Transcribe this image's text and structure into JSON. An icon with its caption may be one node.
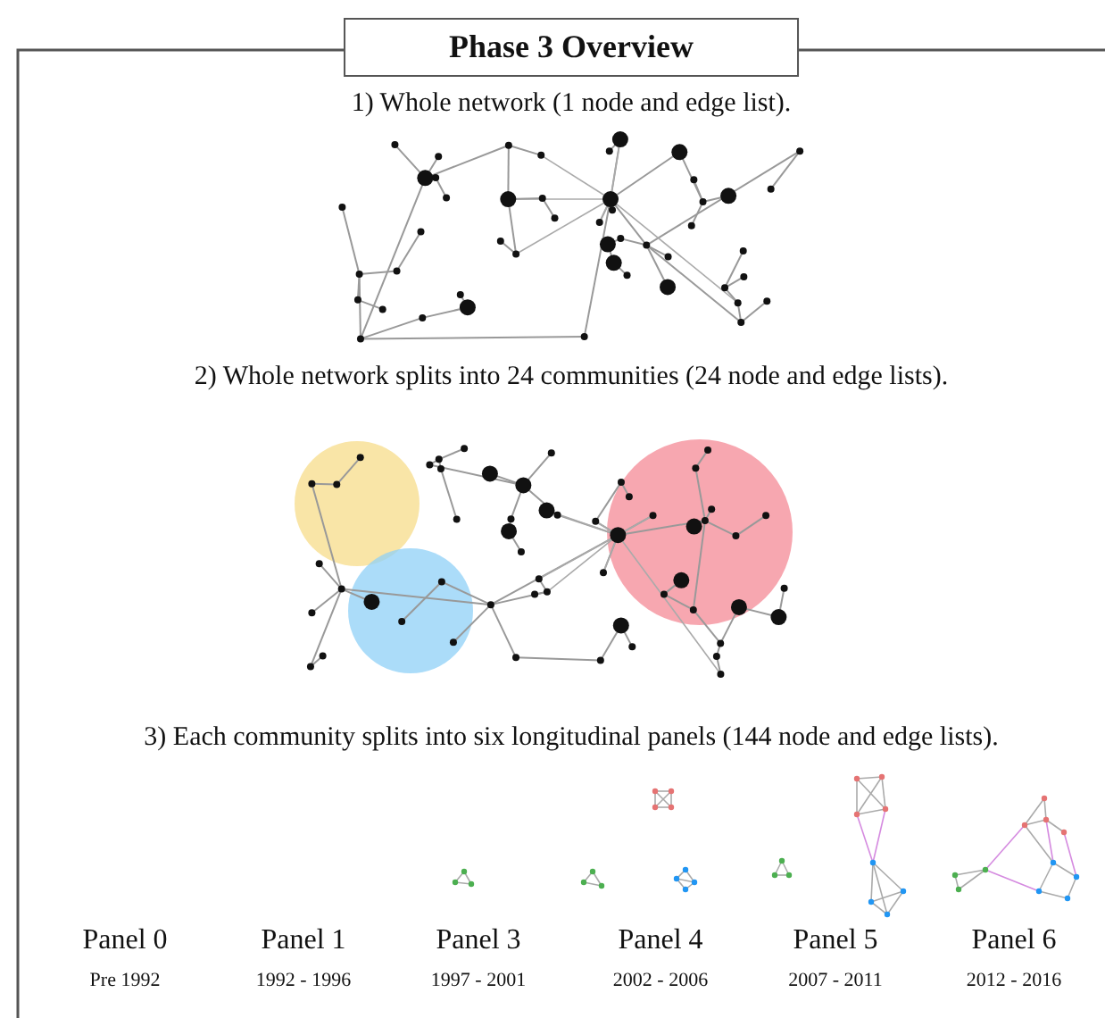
{
  "diagram": {
    "title": "Phase 3 Overview",
    "labels": [
      "1) Whole network (1 node and edge list).",
      "2) Whole network splits into 24 communities (24 node and edge lists).",
      "3) Each community splits into six longitudinal panels (144 node and edge lists).",
      "Panel 0",
      "Panel 1",
      "Panel 3",
      "Panel 4",
      "Panel 5",
      "Panel 6",
      "Pre 1992",
      "1992 - 1996",
      "1997 - 2001",
      "2002 - 2006",
      "2007 - 2011",
      "2012 - 2016"
    ]
  }
}
